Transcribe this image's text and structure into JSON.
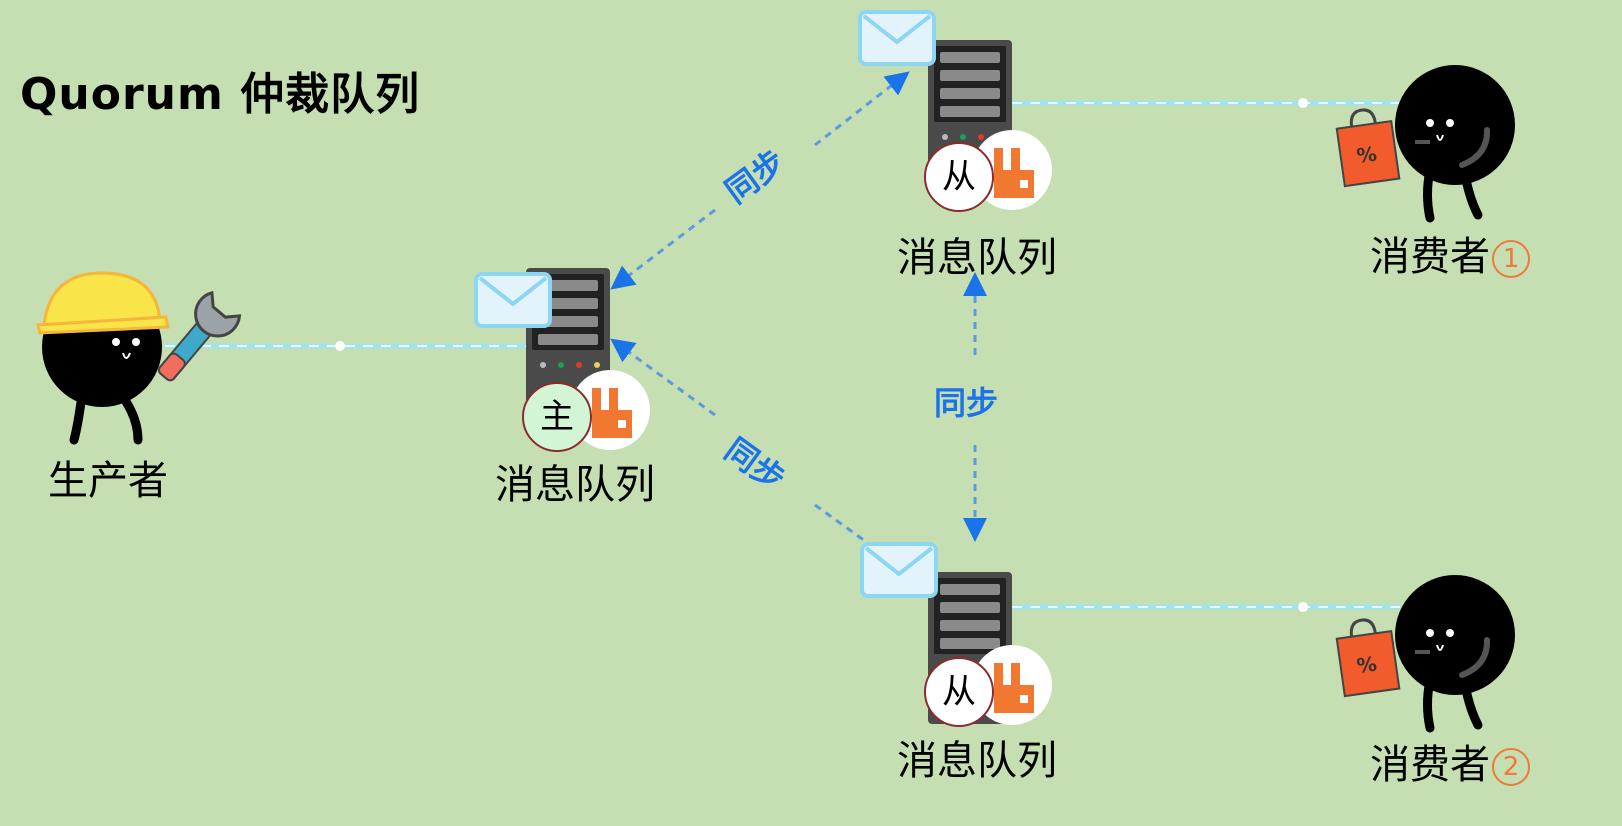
{
  "title": "Quorum 仲裁队列",
  "producer": {
    "label": "生产者"
  },
  "queues": {
    "master": {
      "badge": "主",
      "label": "消息队列"
    },
    "slave_top": {
      "badge": "从",
      "label": "消息队列"
    },
    "slave_bottom": {
      "badge": "从",
      "label": "消息队列"
    }
  },
  "sync_labels": {
    "upper": "同步",
    "middle": "同步",
    "lower": "同步"
  },
  "consumers": [
    {
      "label": "消费者",
      "number": "1"
    },
    {
      "label": "消费者",
      "number": "2"
    }
  ],
  "colors": {
    "background": "#c5dfb2",
    "sync": "#1a73e8",
    "link": "#7fd6e8",
    "rabbit": "#f07830"
  }
}
